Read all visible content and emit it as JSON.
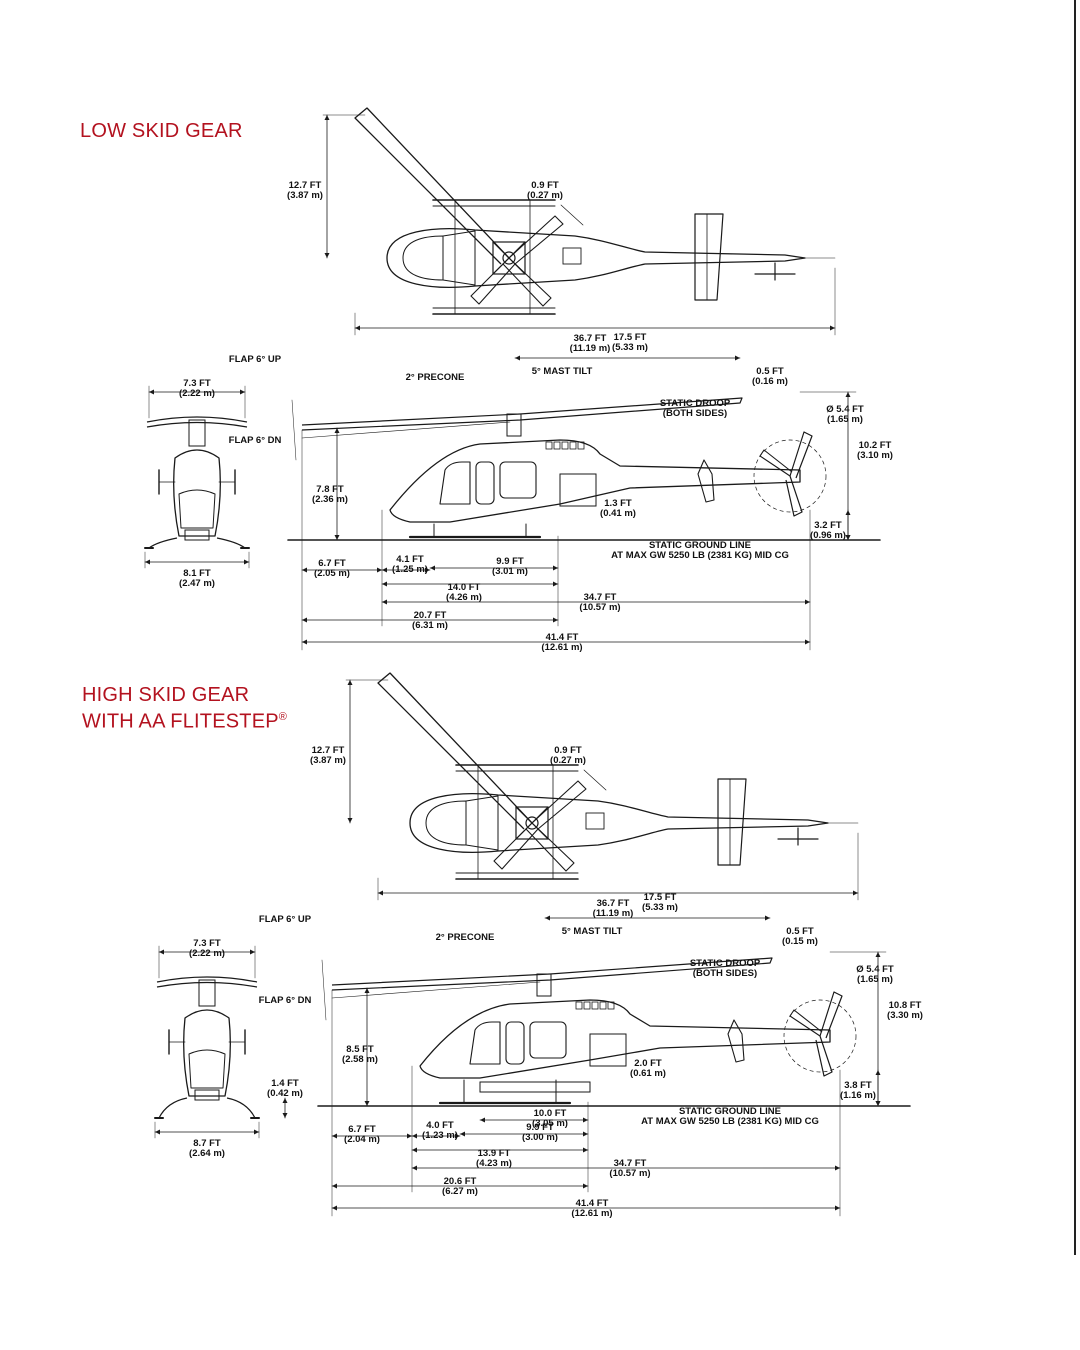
{
  "sections": [
    {
      "title_line1": "LOW SKID GEAR",
      "title_line2": "",
      "trademark": "",
      "top_view": {
        "height": [
          "12.7 FT",
          "(3.87 m)"
        ],
        "blade_offset": [
          "0.9 FT",
          "(0.27 m)"
        ],
        "overall_length": [
          "36.7 FT",
          "(11.19 m)"
        ]
      },
      "front_view": {
        "rotor_width": [
          "7.3 FT",
          "(2.22 m)"
        ],
        "skid_width": [
          "8.1 FT",
          "(2.47 m)"
        ],
        "skid_height": [
          "",
          ""
        ]
      },
      "side_view": {
        "rotor_radius": [
          "17.5 FT",
          "(5.33 m)"
        ],
        "flap_up": "FLAP 6° UP",
        "flap_dn": "FLAP 6° DN",
        "precone": "2° PRECONE",
        "mast_tilt": "5° MAST TILT",
        "droop": [
          "STATIC DROOP",
          "(BOTH SIDES)"
        ],
        "tail_gap": [
          "0.5 FT",
          "(0.16 m)"
        ],
        "tail_rotor_dia": [
          "Ø 5.4 FT",
          "(1.65 m)"
        ],
        "overall_height": [
          "10.2 FT",
          "(3.10 m)"
        ],
        "tail_clearance": [
          "3.2 FT",
          "(0.96 m)"
        ],
        "rotor_height": [
          "7.8 FT",
          "(2.36 m)"
        ],
        "droop_height": [
          "1.3 FT",
          "(0.41 m)"
        ],
        "ground_line": [
          "STATIC GROUND LINE",
          "AT MAX GW 5250 LB (2381 KG) MID CG"
        ],
        "d_6_7": [
          "6.7 FT",
          "(2.05 m)"
        ],
        "d_4_1": [
          "4.1 FT",
          "(1.25 m)"
        ],
        "d_9_9": [
          "9.9 FT",
          "(3.01 m)"
        ],
        "d_14_0": [
          "14.0 FT",
          "(4.26 m)"
        ],
        "d_34_7": [
          "34.7 FT",
          "(10.57 m)"
        ],
        "d_20_7": [
          "20.7 FT",
          "(6.31 m)"
        ],
        "d_41_4": [
          "41.4 FT",
          "(12.61 m)"
        ],
        "d_skid": [
          "",
          ""
        ]
      }
    },
    {
      "title_line1": "HIGH SKID GEAR",
      "title_line2": "WITH AA FLITESTEP",
      "trademark": "®",
      "top_view": {
        "height": [
          "12.7 FT",
          "(3.87 m)"
        ],
        "blade_offset": [
          "0.9 FT",
          "(0.27 m)"
        ],
        "overall_length": [
          "36.7 FT",
          "(11.19 m)"
        ]
      },
      "front_view": {
        "rotor_width": [
          "7.3 FT",
          "(2.22 m)"
        ],
        "skid_width": [
          "8.7 FT",
          "(2.64 m)"
        ],
        "skid_height": [
          "1.4 FT",
          "(0.42 m)"
        ]
      },
      "side_view": {
        "rotor_radius": [
          "17.5 FT",
          "(5.33 m)"
        ],
        "flap_up": "FLAP 6° UP",
        "flap_dn": "FLAP 6° DN",
        "precone": "2° PRECONE",
        "mast_tilt": "5° MAST TILT",
        "droop": [
          "STATIC DROOP",
          "(BOTH SIDES)"
        ],
        "tail_gap": [
          "0.5 FT",
          "(0.15 m)"
        ],
        "tail_rotor_dia": [
          "Ø 5.4 FT",
          "(1.65 m)"
        ],
        "overall_height": [
          "10.8 FT",
          "(3.30 m)"
        ],
        "tail_clearance": [
          "3.8 FT",
          "(1.16 m)"
        ],
        "rotor_height": [
          "8.5 FT",
          "(2.58 m)"
        ],
        "droop_height": [
          "2.0 FT",
          "(0.61 m)"
        ],
        "ground_line": [
          "STATIC GROUND LINE",
          "AT MAX GW 5250 LB (2381 KG) MID CG"
        ],
        "d_6_7": [
          "6.7 FT",
          "(2.04 m)"
        ],
        "d_4_1": [
          "4.0 FT",
          "(1.23 m)"
        ],
        "d_9_9": [
          "9.9 FT",
          "(3.00 m)"
        ],
        "d_14_0": [
          "13.9 FT",
          "(4.23 m)"
        ],
        "d_34_7": [
          "34.7 FT",
          "(10.57 m)"
        ],
        "d_20_7": [
          "20.6 FT",
          "(6.27 m)"
        ],
        "d_41_4": [
          "41.4 FT",
          "(12.61 m)"
        ],
        "d_skid": [
          "10.0 FT",
          "(3.05 m)"
        ]
      }
    }
  ]
}
